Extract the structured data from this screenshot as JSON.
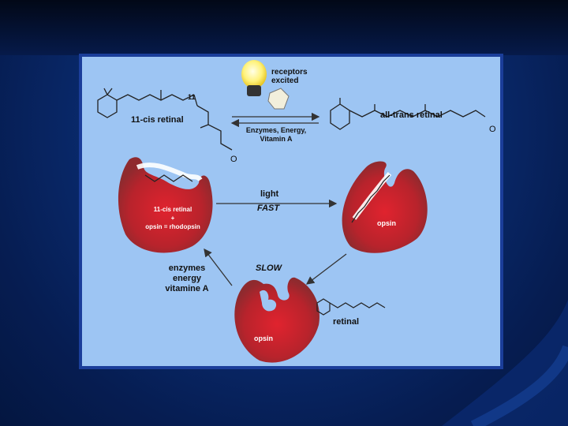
{
  "diagram": {
    "labels": {
      "receptors_line1": "receptors",
      "receptors_line2": "excited",
      "cis_retinal": "11-cis retinal",
      "carbon_number": "11",
      "oxygen_left": "O",
      "trans_retinal": "all-trans retinal",
      "oxygen_right": "O",
      "enzymes_energy": "Enzymes, Energy,",
      "vitamin_a_top": "Vitamin A",
      "light": "light",
      "fast": "FAST",
      "rhodopsin_line1": "11-cis retinal",
      "rhodopsin_plus": "+",
      "rhodopsin_line2": "opsin = rhodopsin",
      "opsin_right": "opsin",
      "slow": "SLOW",
      "enzymes": "enzymes",
      "energy": "energy",
      "vitamine_a": "vitamine A",
      "opsin_bottom": "opsin",
      "retinal": "retinal"
    },
    "colors": {
      "panel_bg": "#9dc5f3",
      "protein_red": "#c21f2a",
      "arrow_color": "#333333"
    }
  }
}
